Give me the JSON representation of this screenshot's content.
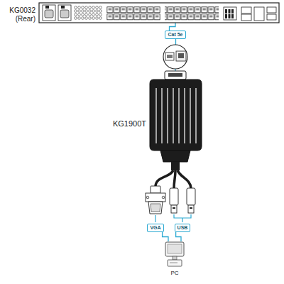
{
  "diagram": {
    "nodes": [
      {
        "text": [
          "KG0032 (Rear)"
        ]
      },
      {
        "text": [
          "Cat 5e"
        ]
      },
      {
        "text": [
          "KG1900T"
        ]
      },
      {
        "text": [
          "VGA"
        ]
      },
      {
        "text": [
          "USB"
        ]
      },
      {
        "text": [
          "PC"
        ]
      }
    ],
    "edges": [
      {
        "from": 0,
        "to": 1,
        "arrow": "none"
      },
      {
        "from": 1,
        "to": 2,
        "arrow": "none"
      },
      {
        "from": 3,
        "to": 5,
        "arrow": "none"
      },
      {
        "from": 4,
        "to": 5,
        "arrow": "none"
      }
    ]
  }
}
